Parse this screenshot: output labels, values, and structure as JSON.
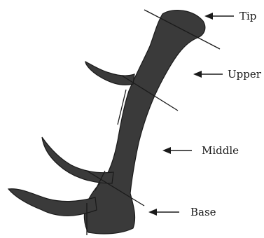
{
  "labels": {
    "tip": "Tip",
    "upper": "Upper",
    "middle": "Middle",
    "base": "Base"
  },
  "colors": {
    "antler_fill": "#3a3a3a",
    "line": "#1a1a1a",
    "background": "#ffffff"
  }
}
